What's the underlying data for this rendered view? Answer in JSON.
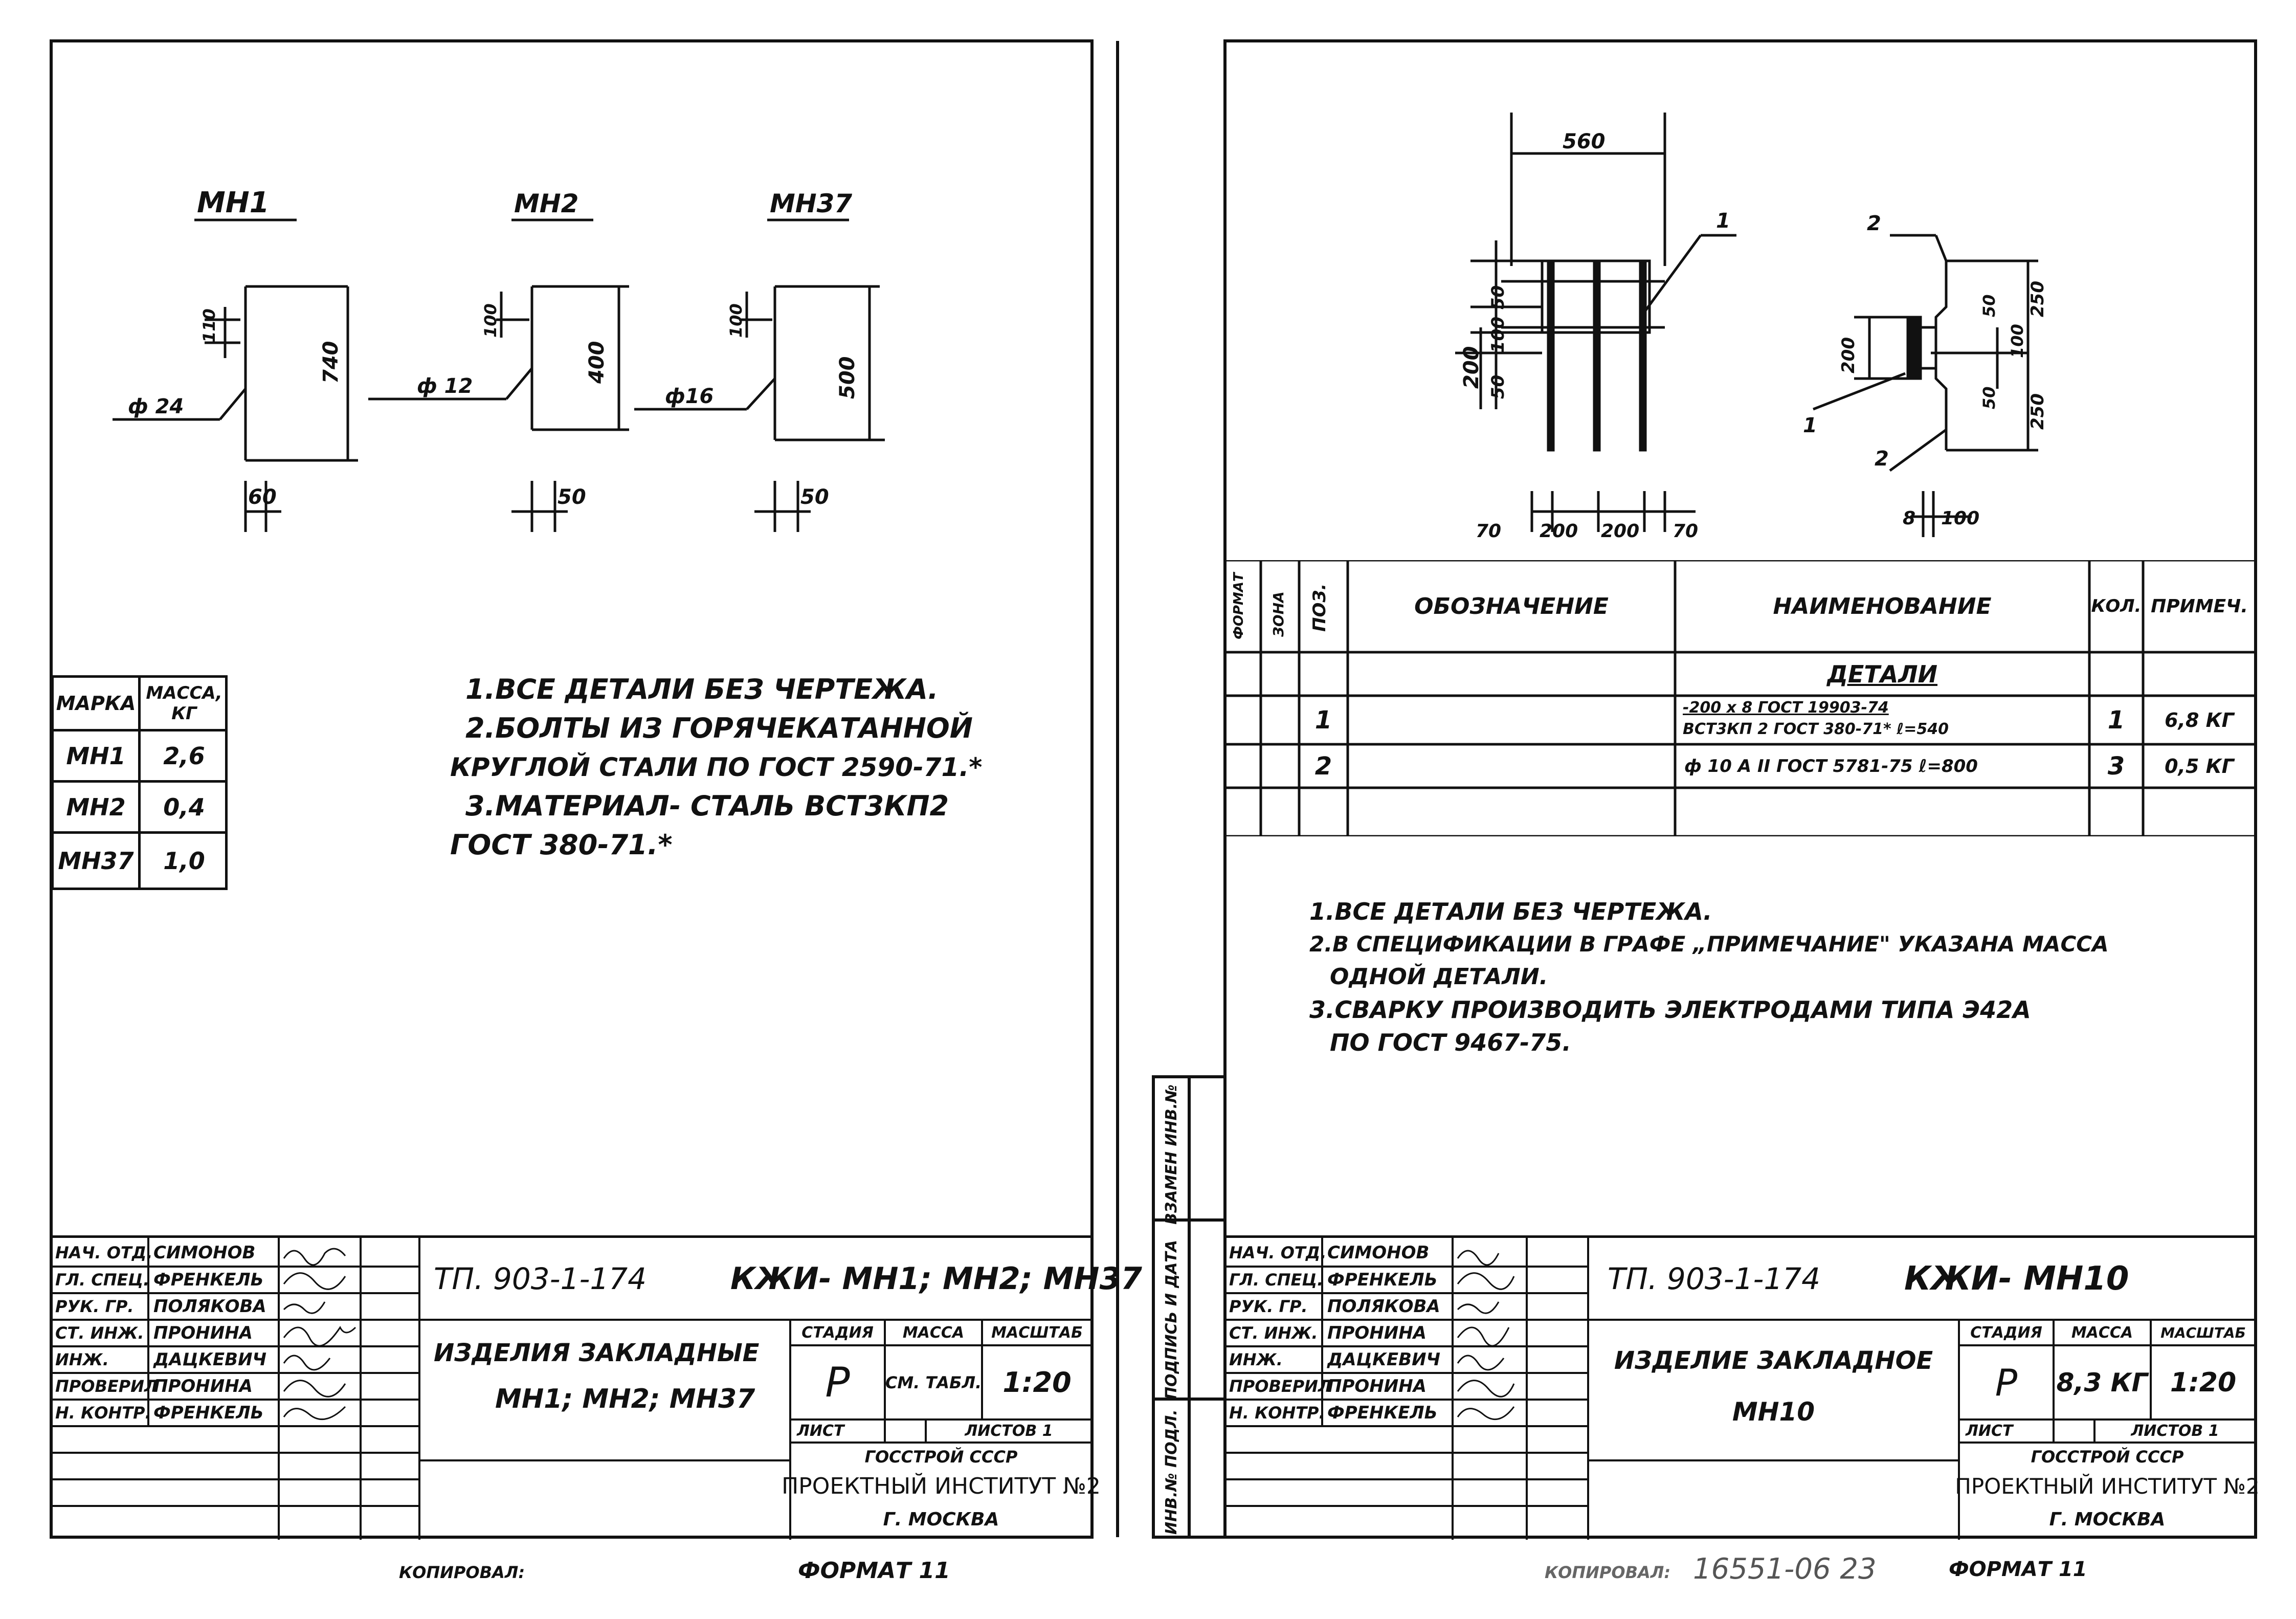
{
  "left_sheet": {
    "sketches": [
      {
        "title": "МН1",
        "height": "740",
        "top_dim": "110",
        "diameter": "ф 24",
        "foot": "60"
      },
      {
        "title": "МН2",
        "height": "400",
        "top_dim": "100",
        "diameter": "ф 12",
        "foot": "50"
      },
      {
        "title": "МН37",
        "height": "500",
        "top_dim": "100",
        "diameter": "ф16",
        "foot": "50"
      }
    ],
    "mass_table": {
      "header_mark": "МАРКА",
      "header_mass": "МАССА, КГ",
      "rows": [
        {
          "mark": "МН1",
          "mass": "2,6"
        },
        {
          "mark": "МН2",
          "mass": "0,4"
        },
        {
          "mark": "МН37",
          "mass": "1,0"
        }
      ]
    },
    "notes": [
      "1.ВСЕ ДЕТАЛИ БЕЗ ЧЕРТЕЖА.",
      "2.БОЛТЫ ИЗ ГОРЯЧЕКАТАННОЙ",
      "КРУГЛОЙ СТАЛИ ПО ГОСТ 2590-71.*",
      "3.МАТЕРИАЛ- СТАЛЬ ВСТ3КП2",
      "ГОСТ 380-71.*"
    ],
    "title_block": {
      "roles": [
        "НАЧ. ОТД.",
        "ГЛ. СПЕЦ.",
        "РУК. ГР.",
        "СТ. ИНЖ.",
        "ИНЖ.",
        "ПРОВЕРИЛ",
        "Н. КОНТР."
      ],
      "names": [
        "СИМОНОВ",
        "ФРЕНКЕЛЬ",
        "ПОЛЯКОВА",
        "ПРОНИНА",
        "ДАЦКЕВИЧ",
        "ПРОНИНА",
        "ФРЕНКЕЛЬ"
      ],
      "code": "ТП. 903-1-174",
      "mark": "КЖИ- МН1; МН2; МН37",
      "item_title": "ИЗДЕЛИЯ ЗАКЛАДНЫЕ",
      "item_marks": "МН1; МН2; МН37",
      "stage_label": "СТАДИЯ",
      "mass_label": "МАССА",
      "scale_label": "МАСШТАБ",
      "stage": "Р",
      "mass": "СМ. ТАБЛ.",
      "scale": "1:20",
      "sheet_label": "ЛИСТ",
      "sheets_label": "ЛИСТОВ 1",
      "org1": "ГОССТРОЙ СССР",
      "org2": "ПРОЕКТНЫЙ ИНСТИТУТ №2",
      "org3": "Г. МОСКВА"
    },
    "footer_left": "КОПИРОВАЛ:",
    "footer_format": "ФОРМАТ 11"
  },
  "side_stamp": {
    "inv": "ИНВ.№ ПОДЛ.",
    "sign": "ПОДПИСЬ И ДАТА",
    "replace": "ВЗАМЕН ИНВ.№"
  },
  "right_sheet": {
    "plan_dims": {
      "top": "560",
      "pos": "1",
      "h_total": "200",
      "h_a": "50",
      "h_b": "100",
      "h_c": "50",
      "b1": "70",
      "b2": "200",
      "b3": "200",
      "b4": "70"
    },
    "side_dims": {
      "pos_top": "2",
      "pos_bottom": "2",
      "pos_plate": "1",
      "plate_h": "200",
      "v_top": "250",
      "v_a": "50",
      "v_b": "100",
      "v_c": "50",
      "v_bottom": "250",
      "b_thick": "8",
      "b_depth": "100"
    },
    "spec_table": {
      "headers": [
        "ФОРМАТ",
        "ЗОНА",
        "ПОЗ.",
        "ОБОЗНАЧЕНИЕ",
        "НАИМЕНОВАНИЕ",
        "КОЛ.",
        "ПРИМЕЧ."
      ],
      "section": "ДЕТАЛИ",
      "rows": [
        {
          "pos": "1",
          "name_line1": "-200 х 8 ГОСТ 19903-74",
          "name_line2": "ВСТ3КП 2 ГОСТ 380-71* ℓ=540",
          "qty": "1",
          "note": "6,8 КГ"
        },
        {
          "pos": "2",
          "name_line1": "ф 10 А II ГОСТ 5781-75 ℓ=800",
          "name_line2": "",
          "qty": "3",
          "note": "0,5 КГ"
        }
      ]
    },
    "notes": [
      "1.ВСЕ ДЕТАЛИ БЕЗ ЧЕРТЕЖА.",
      "2.В СПЕЦИФИКАЦИИ В ГРАФЕ „ПРИМЕЧАНИЕ\" УКАЗАНА МАССА",
      "ОДНОЙ ДЕТАЛИ.",
      "3.СВАРКУ ПРОИЗВОДИТЬ ЭЛЕКТРОДАМИ ТИПА Э42А",
      "ПО ГОСТ 9467-75."
    ],
    "title_block": {
      "roles": [
        "НАЧ. ОТД.",
        "ГЛ. СПЕЦ.",
        "РУК. ГР.",
        "СТ. ИНЖ.",
        "ИНЖ.",
        "ПРОВЕРИЛ",
        "Н. КОНТР."
      ],
      "names": [
        "СИМОНОВ",
        "ФРЕНКЕЛЬ",
        "ПОЛЯКОВА",
        "ПРОНИНА",
        "ДАЦКЕВИЧ",
        "ПРОНИНА",
        "ФРЕНКЕЛЬ"
      ],
      "code": "ТП. 903-1-174",
      "mark": "КЖИ- МН10",
      "item_title": "ИЗДЕЛИЕ ЗАКЛАДНОЕ",
      "item_marks": "МН10",
      "stage_label": "СТАДИЯ",
      "mass_label": "МАССА",
      "scale_label": "МАСШТАБ",
      "stage": "Р",
      "mass": "8,3 КГ",
      "scale": "1:20",
      "sheet_label": "ЛИСТ",
      "sheets_label": "ЛИСТОВ 1",
      "org1": "ГОССТРОЙ СССР",
      "org2": "ПРОЕКТНЫЙ ИНСТИТУТ №2",
      "org3": "Г. МОСКВА"
    },
    "footer_left": "КОПИРОВАЛ:",
    "footer_num": "16551-06 23",
    "footer_format": "ФОРМАТ 11"
  }
}
